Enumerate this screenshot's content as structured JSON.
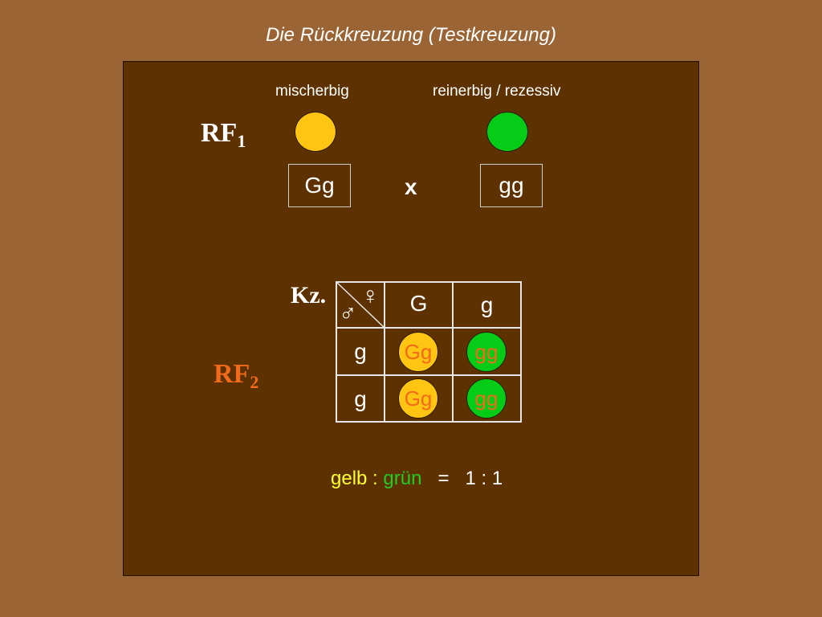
{
  "title": "Die Rückkreuzung  (Testkreuzung)",
  "colors": {
    "background": "#9a6434",
    "panel": "#5e3100",
    "yellow": "#ffc512",
    "green": "#04cc17",
    "orange": "#f26a1a",
    "ratio_yellow": "#ffff33",
    "ratio_green": "#22cc22"
  },
  "rf1": {
    "label": "RF",
    "sub": "1",
    "parent_left": {
      "description": "mischerbig",
      "genotype": "Gg",
      "color": "yellow"
    },
    "cross_symbol": "x",
    "parent_right": {
      "description": "reinerbig / rezessiv",
      "genotype": "gg",
      "color": "green"
    }
  },
  "rf2": {
    "label": "RF",
    "sub": "2"
  },
  "punnett": {
    "corner_label": "Kz.",
    "female_symbol": "♀",
    "male_symbol": "♂",
    "col_headers": [
      "G",
      "g"
    ],
    "row_headers": [
      "g",
      "g"
    ],
    "cells": [
      [
        {
          "genotype": "Gg",
          "color": "yellow"
        },
        {
          "genotype": "gg",
          "color": "green"
        }
      ],
      [
        {
          "genotype": "Gg",
          "color": "yellow"
        },
        {
          "genotype": "gg",
          "color": "green"
        }
      ]
    ]
  },
  "ratio": {
    "yellow_word": "gelb",
    "separator": ":",
    "green_word": "grün",
    "equals": "=",
    "value": "1 : 1"
  }
}
